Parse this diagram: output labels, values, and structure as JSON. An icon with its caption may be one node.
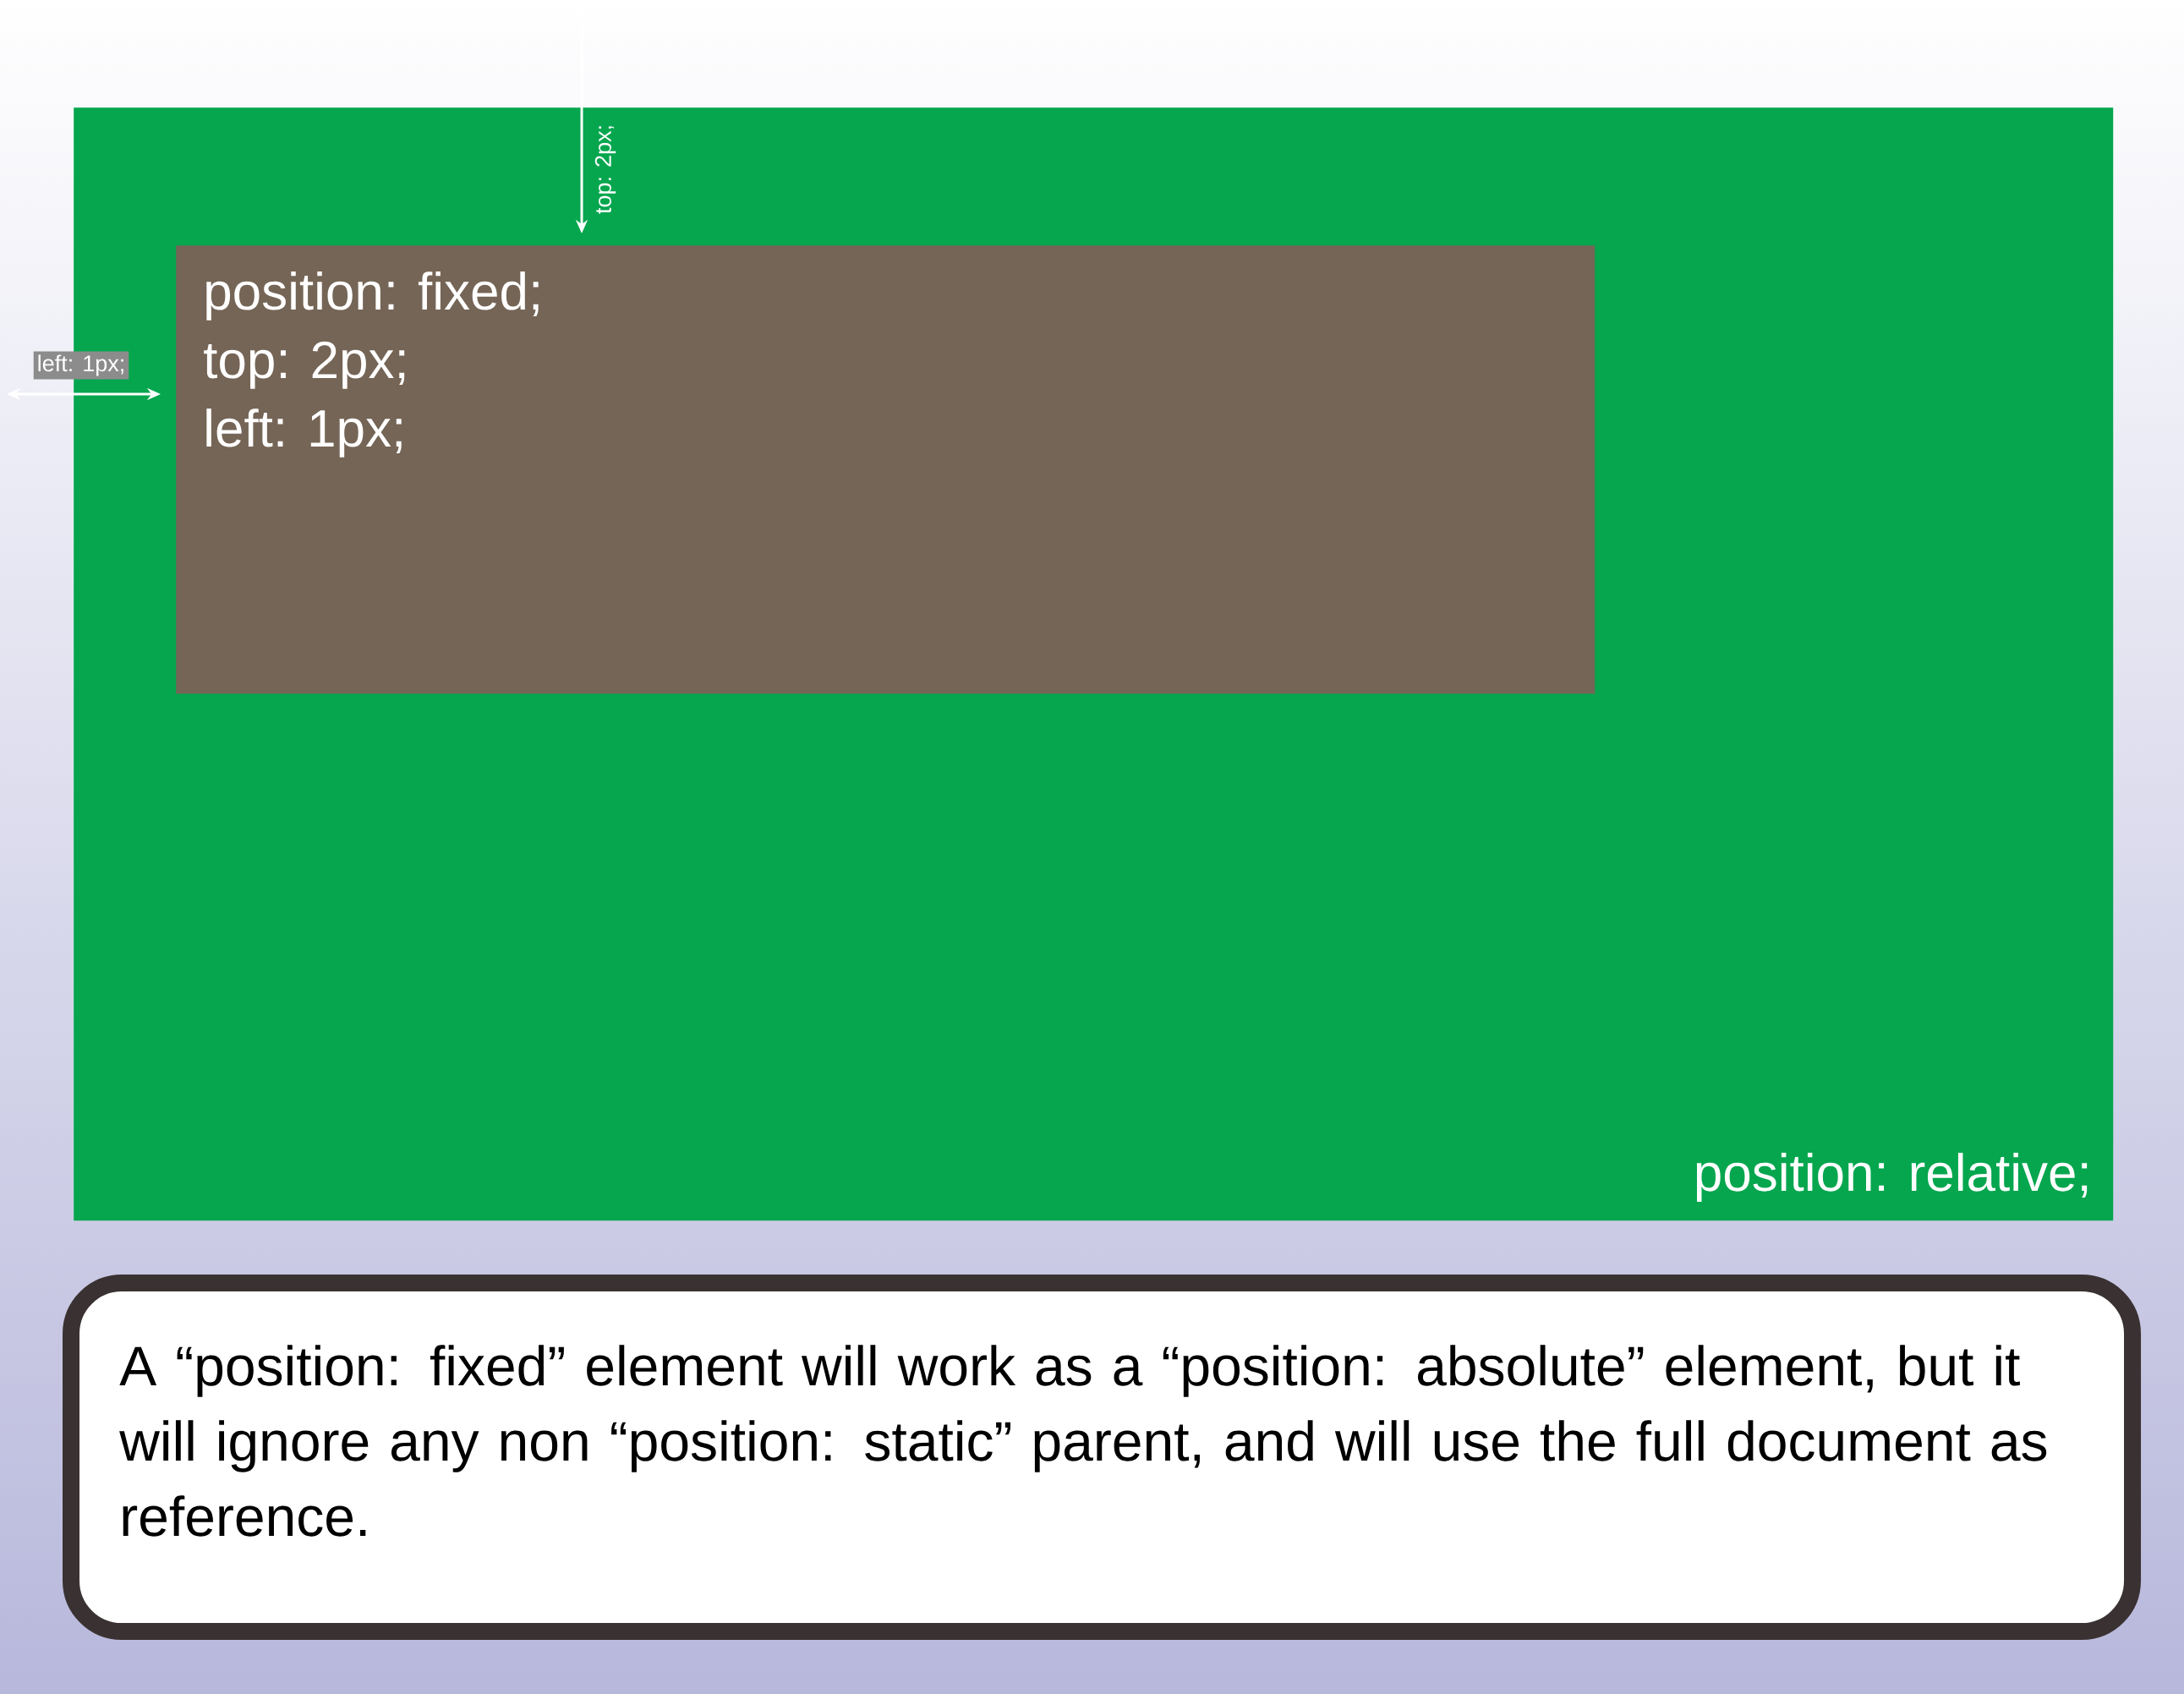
{
  "diagram": {
    "nodes": [
      {
        "text": [
          "position: relative;"
        ]
      },
      {
        "text": [
          "position: fixed;",
          "top: 2px;",
          "left: 1px;"
        ],
        "in": 0
      },
      {
        "text": [
          "A “position: fixed” element will work as a “position: absolute” element, but it will ignore any non “position: static” parent, and will use the full document as reference."
        ]
      }
    ],
    "labels": [
      "top: 2px;",
      "left: 1px;"
    ]
  }
}
